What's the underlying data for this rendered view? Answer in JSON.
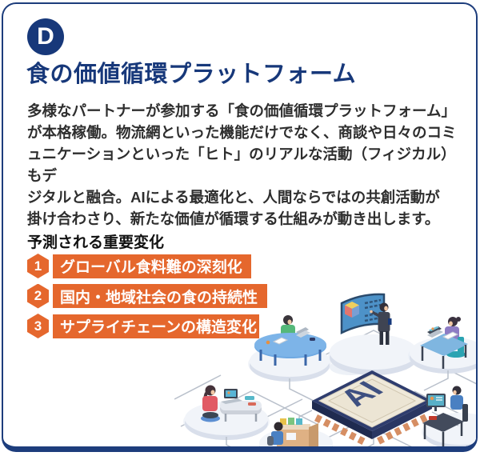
{
  "panel": {
    "badge_letter": "D",
    "title": "食の価値循環プラットフォーム",
    "body_lines": [
      "多様なパートナーが参加する「食の価値循環プラットフォーム」",
      "が本格稼働。物流網といった機能だけでなく、商談や日々のコミ",
      "ュニケーションといった「ヒト」のリアルな活動（フィジカル）もデ",
      "ジタルと融合。AIによる最適化と、人間ならではの共創活動が",
      "掛け合わさり、新たな価値が循環する仕組みが動き出します。"
    ],
    "changes": {
      "heading": "予測される重要変化",
      "items": [
        {
          "number": "1",
          "label": "グローバル食料難の深刻化"
        },
        {
          "number": "2",
          "label": "国内・地域社会の食の持続性"
        },
        {
          "number": "3",
          "label": "サプライチェーンの構造変化"
        }
      ]
    },
    "illustration": {
      "chip_label": "AI",
      "description": "isometric-network-of-people-platforms-around-ai-chip"
    },
    "colors": {
      "navy": "#1d3d7c",
      "orange": "#e5672d",
      "chip_top": "#efe9da",
      "chip_pin": "#d68e63",
      "screen_blue": "#4d92c8"
    }
  }
}
